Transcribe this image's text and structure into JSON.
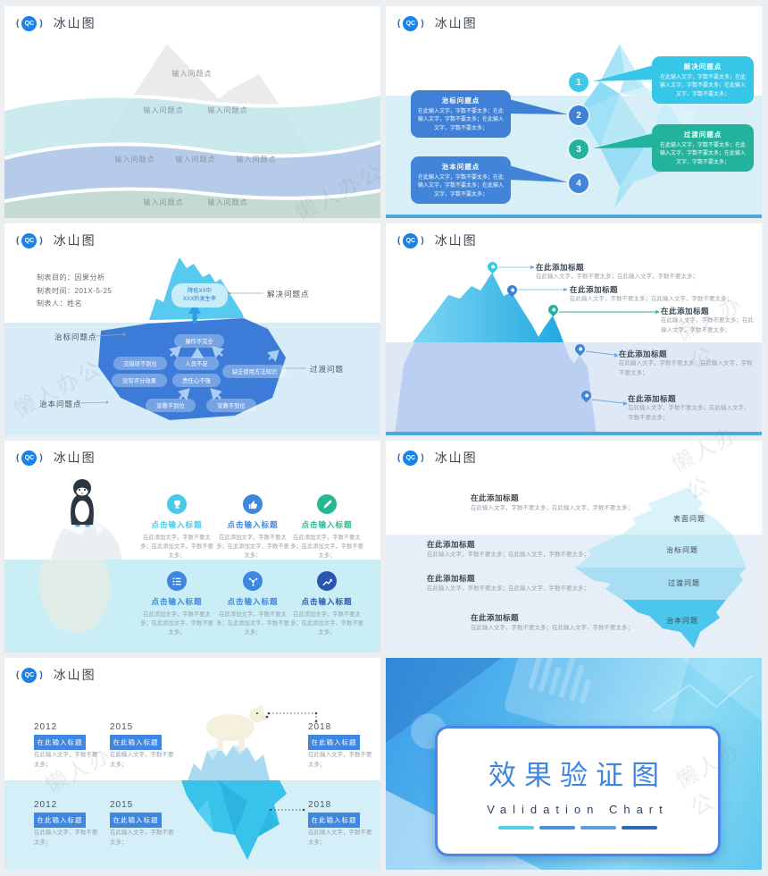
{
  "watermark": "懒人办公",
  "logo_text": "QC",
  "slide_title": "冰山图",
  "colors": {
    "accent_blue": "#3f86e0",
    "accent_cyan": "#3ec9e8",
    "accent_teal": "#23b39c",
    "accent_navy": "#2e6cb4",
    "water_light": "#d8eff8"
  },
  "slide1": {
    "labels": [
      "输入问题点",
      "输入问题点",
      "输入问题点",
      "输入问题点",
      "输入问题点",
      "输入问题点",
      "输入问题点",
      "输入问题点"
    ]
  },
  "slide2": {
    "steps": [
      {
        "num": "1",
        "title": "解决问题点",
        "body": "在此输入文字，字数不要太多；在此输入文字，字数不要太多；在此输入文字，字数不要太多；"
      },
      {
        "num": "2",
        "title": "治标问题点",
        "body": "在此输入文字，字数不要太多；在此输入文字，字数不要太多；在此输入文字，字数不要太多；"
      },
      {
        "num": "3",
        "title": "过渡问题点",
        "body": "在此输入文字，字数不要太多；在此输入文字，字数不要太多；在此输入文字，字数不要太多；"
      },
      {
        "num": "4",
        "title": "治本问题点",
        "body": "在此输入文字，字数不要太多；在此输入文字，字数不要太多；在此输入文字，字数不要太多；"
      }
    ]
  },
  "slide3": {
    "meta": [
      "制表目的：因果分析",
      "制表时间：201X-5-25",
      "制表人：姓名"
    ],
    "top_pill_line1": "降低XX中",
    "top_pill_line2": "XXX的发生率",
    "pills": [
      "操作不完全",
      "交接班不到位",
      "人员不足",
      "缺乏使用方法知识",
      "没有评分效果",
      "责任心不强",
      "宣教不到位",
      "宣教不到位"
    ],
    "labels": {
      "solve": "解决问题点",
      "surface": "治标问题点",
      "transition": "过渡问题",
      "root": "治本问题点"
    }
  },
  "slide4": {
    "items": [
      {
        "title": "在此添加标题",
        "body": "在此输入文字，字数不要太多；在此输入文字，字数不要太多；"
      },
      {
        "title": "在此添加标题",
        "body": "在此输入文字，字数不要太多；在此输入文字，字数不要太多；"
      },
      {
        "title": "在此添加标题",
        "body": "在此输入文字，字数不要太多；在此输入文字，字数不要太多；"
      },
      {
        "title": "在此添加标题",
        "body": "在此输入文字，字数不要太多；在此输入文字，字数不要太多；"
      },
      {
        "title": "在此添加标题",
        "body": "在此输入文字，字数不要太多；在此输入文字，字数不要太多；"
      }
    ]
  },
  "slide5": {
    "items": [
      {
        "icon": "trophy-icon",
        "title": "点击输入标题",
        "body": "在此添加文字，字数不要太多；在此添加文字，字数不要太多；",
        "color": "#47c9e8"
      },
      {
        "icon": "thumb-up-icon",
        "title": "点击输入标题",
        "body": "在此添加文字，字数不要太多；在此添加文字，字数不要太多；",
        "color": "#3e86e0"
      },
      {
        "icon": "pen-icon",
        "title": "点击输入标题",
        "body": "在此添加文字，字数不要太多；在此添加文字，字数不要太多；",
        "color": "#27b893"
      },
      {
        "icon": "list-icon",
        "title": "点击输入标题",
        "body": "在此添加文字，字数不要太多；在此添加文字，字数不要太多；",
        "color": "#3e86e0"
      },
      {
        "icon": "nodes-icon",
        "title": "点击输入标题",
        "body": "在此添加文字，字数不要太多；在此添加文字，字数不要太多；",
        "color": "#3e86e0"
      },
      {
        "icon": "trend-icon",
        "title": "点击输入标题",
        "body": "在此添加文字，字数不要太多；在此添加文字，字数不要太多；",
        "color": "#2b56b0"
      }
    ]
  },
  "slide6": {
    "annotations": [
      {
        "title": "在此添加标题",
        "body": "在此输入文字，字数不要太多；在此输入文字，字数不要太多；"
      },
      {
        "title": "在此添加标题",
        "body": "在此输入文字，字数不要太多；在此输入文字，字数不要太多；"
      },
      {
        "title": "在此添加标题",
        "body": "在此输入文字，字数不要太多；在此输入文字，字数不要太多；"
      },
      {
        "title": "在此添加标题",
        "body": "在此输入文字，字数不要太多；在此输入文字，字数不要太多；"
      }
    ],
    "layers": [
      "表面问题",
      "治标问题",
      "过渡问题",
      "治本问题"
    ]
  },
  "slide7": {
    "entries": [
      {
        "year": "2012",
        "button": "在此输入标题",
        "body": "在此输入文字，字数不要太多；"
      },
      {
        "year": "2015",
        "button": "在此输入标题",
        "body": "在此输入文字，字数不要太多；"
      },
      {
        "year": "2018",
        "button": "在此输入标题",
        "body": "在此输入文字，字数不要太多；"
      },
      {
        "year": "2012",
        "button": "在此输入标题",
        "body": "在此输入文字，字数不要太多；"
      },
      {
        "year": "2015",
        "button": "在此输入标题",
        "body": "在此输入文字，字数不要太多；"
      },
      {
        "year": "2018",
        "button": "在此输入标题",
        "body": "在此输入文字，字数不要太多；"
      }
    ]
  },
  "slide8": {
    "title_cn": "效果验证图",
    "title_en": "Validation Chart"
  }
}
